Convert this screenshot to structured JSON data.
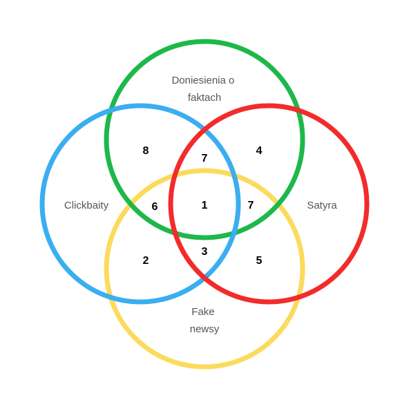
{
  "sets": [
    {
      "id": "green",
      "label_lines": [
        "Doniesienia o",
        "faktach"
      ],
      "color": "#1eb84a"
    },
    {
      "id": "blue",
      "label_lines": [
        "Clickbaity"
      ],
      "color": "#3aaef0"
    },
    {
      "id": "red",
      "label_lines": [
        "Satyra"
      ],
      "color": "#f22b2b"
    },
    {
      "id": "yellow",
      "label_lines": [
        "Fake",
        "newsy"
      ],
      "color": "#fcdb5c"
    }
  ],
  "regions": [
    {
      "sets": [
        "green",
        "blue"
      ],
      "value": "8"
    },
    {
      "sets": [
        "green",
        "blue",
        "red"
      ],
      "value": "7"
    },
    {
      "sets": [
        "green",
        "red"
      ],
      "value": "4"
    },
    {
      "sets": [
        "green",
        "blue",
        "yellow"
      ],
      "value": "6"
    },
    {
      "sets": [
        "green",
        "blue",
        "red",
        "yellow"
      ],
      "value": "1"
    },
    {
      "sets": [
        "green",
        "red",
        "yellow"
      ],
      "value": "7"
    },
    {
      "sets": [
        "blue",
        "yellow"
      ],
      "value": "2"
    },
    {
      "sets": [
        "blue",
        "red",
        "yellow"
      ],
      "value": "3"
    },
    {
      "sets": [
        "red",
        "yellow"
      ],
      "value": "5"
    }
  ]
}
